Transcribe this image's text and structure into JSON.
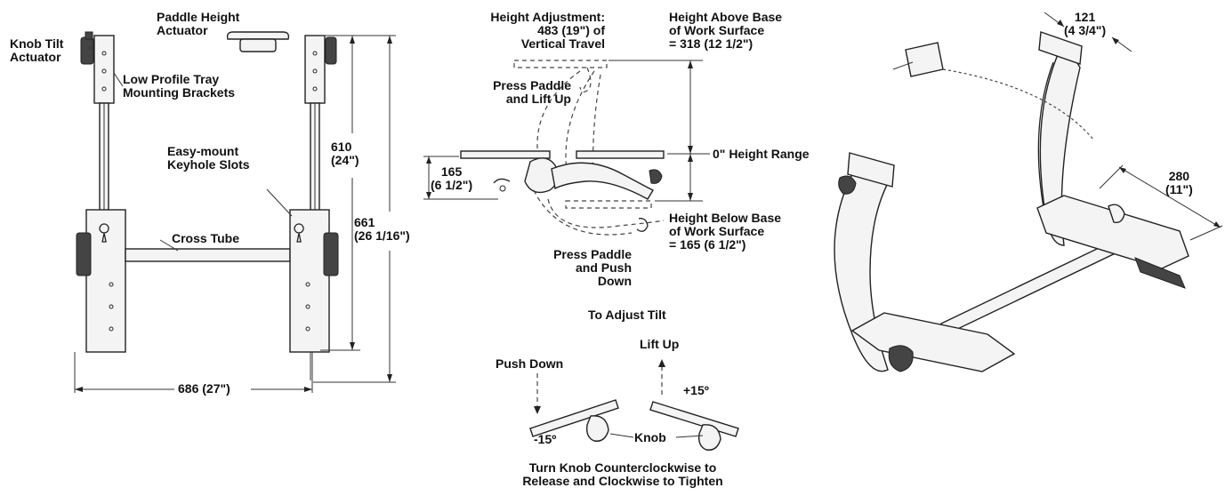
{
  "left_view": {
    "knob_tilt_actuator": "Knob Tilt\nActuator",
    "paddle_height_actuator": "Paddle Height\nActuator",
    "low_profile_brackets": "Low Profile Tray\nMounting Brackets",
    "keyhole_slots": "Easy-mount\nKeyhole Slots",
    "cross_tube": "Cross Tube",
    "dim_610": "610\n(24\")",
    "dim_661": "661\n(26 1/16\")",
    "dim_686": "686 (27\")"
  },
  "height_view": {
    "height_adjustment": "Height Adjustment:\n483 (19\") of\nVertical Travel",
    "height_above": "Height Above Base\nof Work Surface\n= 318 (12 1/2\")",
    "press_lift": "Press Paddle\nand Lift Up",
    "zero_height": "0\" Height Range",
    "dim_165": "165\n(6 1/2\")",
    "height_below": "Height Below Base\nof Work Surface\n= 165 (6 1/2\")",
    "press_push": "Press Paddle\nand Push Down"
  },
  "tilt_view": {
    "title": "To Adjust Tilt",
    "lift_up": "Lift Up",
    "push_down": "Push Down",
    "plus15": "+15º",
    "minus15": "-15º",
    "knob": "Knob",
    "turn_knob": "Turn Knob Counterclockwise to\nRelease and Clockwise to Tighten"
  },
  "iso_view": {
    "dim_121": "121\n(4 3/4\")",
    "dim_280": "280\n(11\")"
  }
}
